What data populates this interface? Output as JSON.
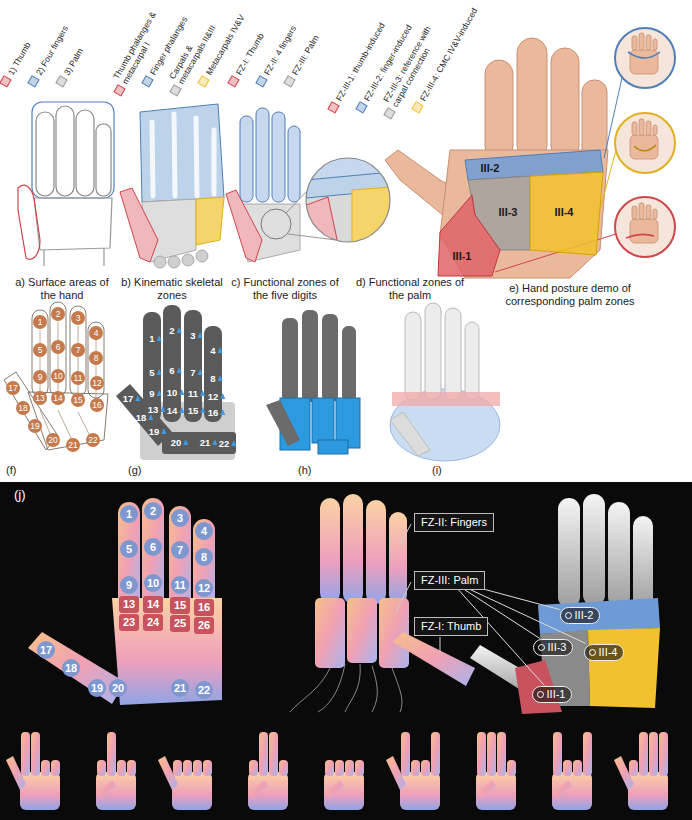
{
  "diagram": {
    "nodes": [
      {
        "text": [
          "III-2"
        ]
      },
      {
        "text": [
          "III-3"
        ]
      },
      {
        "text": [
          "III-4"
        ]
      },
      {
        "text": [
          "III-1"
        ]
      },
      {
        "text": [
          "1"
        ]
      },
      {
        "text": [
          "2"
        ]
      },
      {
        "text": [
          "3"
        ]
      },
      {
        "text": [
          "4"
        ]
      },
      {
        "text": [
          "5"
        ]
      },
      {
        "text": [
          "6"
        ]
      },
      {
        "text": [
          "7"
        ]
      },
      {
        "text": [
          "8"
        ]
      },
      {
        "text": [
          "9"
        ]
      },
      {
        "text": [
          "10"
        ]
      },
      {
        "text": [
          "11"
        ]
      },
      {
        "text": [
          "12"
        ]
      },
      {
        "text": [
          "13"
        ]
      },
      {
        "text": [
          "14"
        ]
      },
      {
        "text": [
          "15"
        ]
      },
      {
        "text": [
          "16"
        ]
      },
      {
        "text": [
          "17"
        ]
      },
      {
        "text": [
          "18"
        ]
      },
      {
        "text": [
          "19"
        ]
      },
      {
        "text": [
          "20"
        ]
      },
      {
        "text": [
          "21"
        ]
      },
      {
        "text": [
          "22"
        ]
      },
      {
        "text": [
          "1"
        ]
      },
      {
        "text": [
          "2"
        ]
      },
      {
        "text": [
          "3"
        ]
      },
      {
        "text": [
          "4"
        ]
      },
      {
        "text": [
          "5"
        ]
      },
      {
        "text": [
          "6"
        ]
      },
      {
        "text": [
          "7"
        ]
      },
      {
        "text": [
          "8"
        ]
      },
      {
        "text": [
          "9"
        ]
      },
      {
        "text": [
          "10"
        ]
      },
      {
        "text": [
          "11"
        ]
      },
      {
        "text": [
          "12"
        ]
      },
      {
        "text": [
          "13"
        ]
      },
      {
        "text": [
          "14"
        ]
      },
      {
        "text": [
          "15"
        ]
      },
      {
        "text": [
          "16"
        ]
      },
      {
        "text": [
          "17"
        ]
      },
      {
        "text": [
          "18"
        ]
      },
      {
        "text": [
          "19"
        ]
      },
      {
        "text": [
          "20"
        ]
      },
      {
        "text": [
          "21"
        ]
      },
      {
        "text": [
          "22"
        ]
      },
      {
        "text": [
          "23"
        ]
      },
      {
        "text": [
          "24"
        ]
      },
      {
        "text": [
          "25"
        ]
      },
      {
        "text": [
          "26"
        ]
      },
      {
        "text": [
          "FZ-II: Fingers"
        ]
      },
      {
        "text": [
          "FZ-III: Palm"
        ]
      },
      {
        "text": [
          "FZ-I: Thumb"
        ]
      },
      {
        "text": [
          "III-2"
        ]
      },
      {
        "text": [
          "III-3"
        ]
      },
      {
        "text": [
          "III-4"
        ]
      },
      {
        "text": [
          "III-1"
        ]
      }
    ],
    "edges": [
      {
        "from": 53,
        "to": 55,
        "arrow": "none"
      },
      {
        "from": 53,
        "to": 56,
        "arrow": "none"
      },
      {
        "from": 53,
        "to": 57,
        "arrow": "none"
      },
      {
        "from": 53,
        "to": 58,
        "arrow": "none"
      }
    ],
    "labels": [
      "a) Surface areas of the hand",
      "b) Kinematic skeletal zones",
      "c) Functional zones of the five digits",
      "d) Functional zones of the palm",
      "e) Hand posture demo of corresponding palm zones",
      "(f)",
      "(g)",
      "(h)",
      "(i)",
      "(j)",
      "1",
      "2",
      "3",
      "4",
      "5",
      "6",
      "7",
      "8",
      "9",
      "10",
      "11",
      "12",
      "13",
      "14",
      "15",
      "16",
      "17",
      "18",
      "19",
      "20",
      "21",
      "22"
    ],
    "legend": [
      {
        "text": "1) Thumb",
        "color": "#d0454c"
      },
      {
        "text": "2) Four fingers",
        "color": "#4f7fb8"
      },
      {
        "text": "3) Palm",
        "color": "#9a9a9a"
      },
      {
        "text": "Thumb phalanges & metacarpal I",
        "color": "#d0454c"
      },
      {
        "text": "Finger phalanges",
        "color": "#4f7fb8"
      },
      {
        "text": "Carpals & metacarpals II&III",
        "color": "#9a9a9a"
      },
      {
        "text": "Metacarpals IV&V",
        "color": "#f2c12e"
      },
      {
        "text": "FZ-I: Thumb",
        "color": "#d0454c"
      },
      {
        "text": "FZ-II: 4 fingers",
        "color": "#4f7fb8"
      },
      {
        "text": "FZ-III: Palm",
        "color": "#9a9a9a"
      },
      {
        "text": "FZ-III-1: thumb-induced",
        "color": "#d0454c"
      },
      {
        "text": "FZ-III-2: finger-induced",
        "color": "#4f7fb8"
      },
      {
        "text": "FZ-III-3: reference with carpal connection",
        "color": "#9a9a9a"
      },
      {
        "text": "FZ-III-4: CMC IV&V-induced",
        "color": "#f2c12e"
      }
    ]
  }
}
